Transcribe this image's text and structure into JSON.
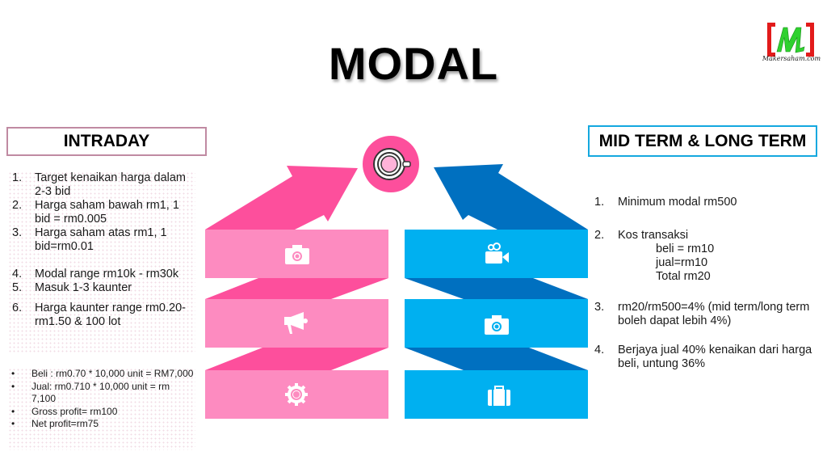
{
  "title": "MODAL",
  "logo": {
    "mark": "M",
    "caption": "Makersaham.com",
    "colors": {
      "bracket": "#e21b1b",
      "letter": "#2fd12f"
    }
  },
  "colors": {
    "pink_light": "#fd8bc0",
    "pink_dark": "#fd4f9c",
    "blue_light": "#00b0f0",
    "blue_dark": "#0070c0",
    "left_header_border": "#c08aa2",
    "right_header_border": "#14a8df"
  },
  "intraday": {
    "header": "INTRADAY",
    "items": [
      {
        "num": "1.",
        "text": "Target kenaikan harga dalam 2-3 bid"
      },
      {
        "num": "2.",
        "text": "Harga saham bawah rm1, 1 bid = rm0.005"
      },
      {
        "num": "3.",
        "text": "Harga saham atas rm1, 1 bid=rm0.01"
      },
      {
        "num": "4.",
        "text": "Modal range rm10k - rm30k"
      },
      {
        "num": "5.",
        "text": "Masuk 1-3 kaunter"
      },
      {
        "num": "6.",
        "text": "Harga kaunter range rm0.20-rm1.50 & 100 lot"
      }
    ],
    "example": [
      "Beli : rm0.70 * 10,000 unit = RM7,000",
      "Jual: rm0.710 * 10,000 unit = rm 7,100",
      "Gross profit= rm100",
      "Net profit=rm75"
    ]
  },
  "midlong": {
    "header": "MID TERM & LONG TERM",
    "items": [
      {
        "num": "1.",
        "text": "Minimum modal rm500"
      },
      {
        "num": "2.",
        "text": "Kos transaksi",
        "sub": [
          "beli = rm10",
          "jual=rm10",
          "Total rm20"
        ]
      },
      {
        "num": "3.",
        "text": "rm20/rm500=4% (mid term/long term boleh dapat lebih 4%)"
      },
      {
        "num": "4.",
        "text": "Berjaya jual 40% kenaikan dari harga beli, untung 36%"
      }
    ]
  },
  "center": {
    "top_icon": "coffee-cup-icon",
    "left_icons": [
      "camera-icon",
      "megaphone-icon",
      "gear-icon"
    ],
    "right_icons": [
      "video-camera-icon",
      "camera-icon",
      "briefcase-icon"
    ]
  }
}
